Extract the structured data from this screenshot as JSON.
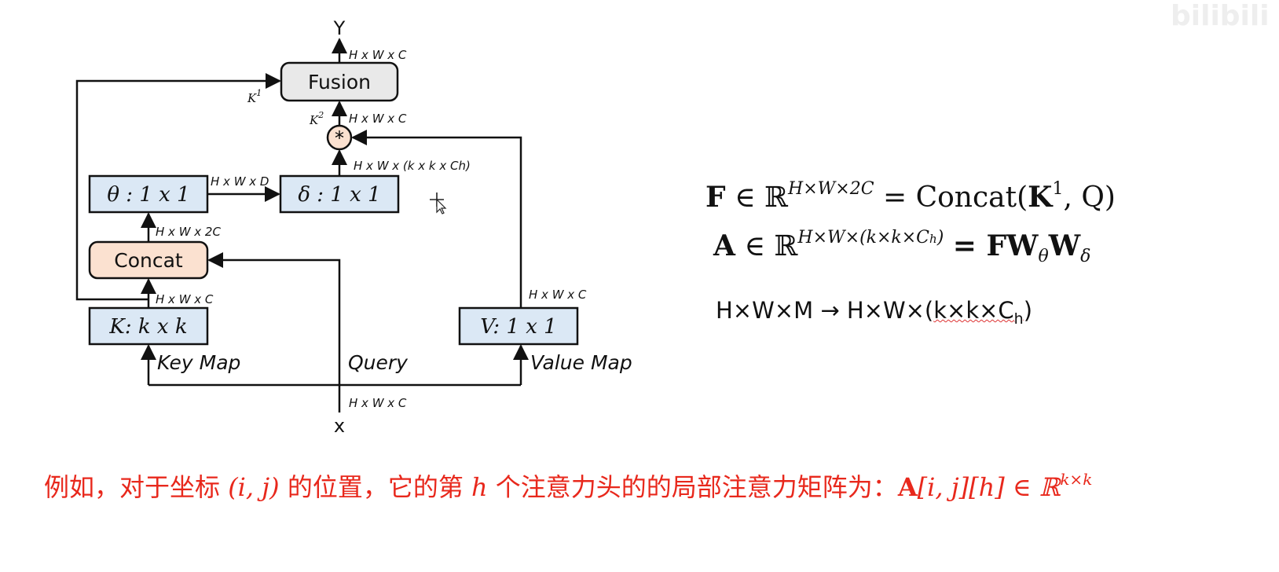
{
  "diagram": {
    "nodes": {
      "fusion": "Fusion",
      "theta": "θ : 1 x 1",
      "delta": "δ : 1 x 1",
      "concat": "Concat",
      "key": "K: k x k",
      "value": "V: 1 x 1",
      "mult": "*"
    },
    "labels": {
      "y": "Y",
      "x": "x",
      "key_map": "Key Map",
      "query": "Query",
      "value_map": "Value Map",
      "k1": "K",
      "k1_sup": "1",
      "k2": "K",
      "k2_sup": "2"
    },
    "dims": {
      "out": "H x W x C",
      "k2_dim": "H x W x C",
      "delta_out": "H x W x (k x k x Ch)",
      "theta_out": "H x W x D",
      "concat_out": "H x W x 2C",
      "key_out": "H x W x C",
      "value_out": "H x W x C",
      "input": "H x W x C"
    }
  },
  "equations": {
    "eq1_lhs": "F",
    "eq1_in": "∈ ℝ",
    "eq1_sup": "H×W×2C",
    "eq1_rhs": "= Concat(",
    "eq1_K": "K",
    "eq1_Ksup": "1",
    "eq1_end": ", Q)",
    "eq2_lhs": "A",
    "eq2_in": "∈ ℝ",
    "eq2_sup": "H×W×(k×k×C",
    "eq2_sup_sub": "h",
    "eq2_sup_end": ")",
    "eq2_rhs": "= FW",
    "eq2_sub1": "θ",
    "eq2_W": "W",
    "eq2_sub2": "δ",
    "eq3_a": "H×W×M → H×W×(",
    "eq3_b": "k×k×C",
    "eq3_sub": "h",
    "eq3_c": ")"
  },
  "caption": {
    "prefix": "例如，对于坐标 ",
    "coord": "(i, j)",
    "mid": " 的位置，它的第 ",
    "h": "h",
    "suffix": " 个注意力头的的局部注意力矩阵为：",
    "expr": "A",
    "expr_idx": "[i, j][h] ∈ ℝ",
    "expr_sup": "k×k"
  },
  "watermark": "bilibili",
  "colors": {
    "blue_box": "#dbe8f5",
    "concat_box": "#fbe1d0",
    "fusion_box": "#e9e9e9",
    "caption": "#e8281c"
  }
}
